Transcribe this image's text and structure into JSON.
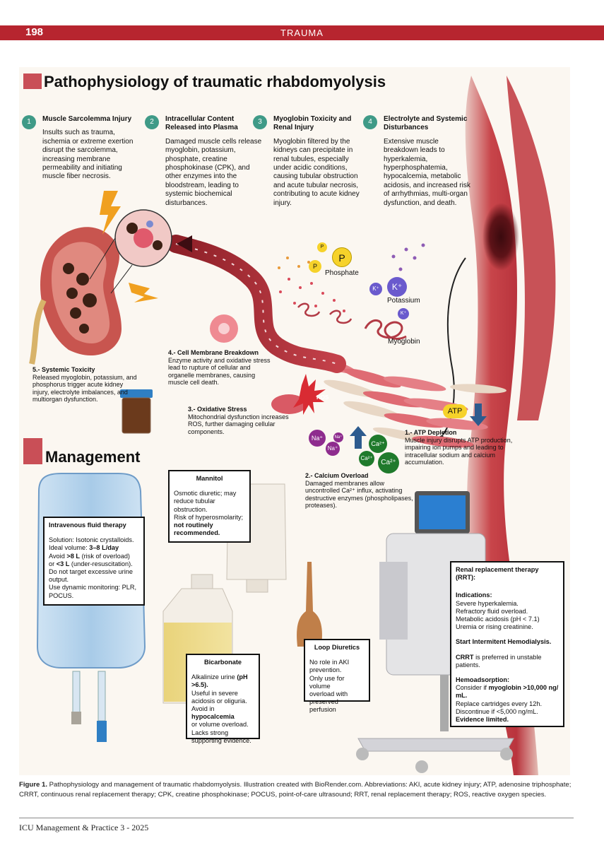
{
  "header": {
    "page_number": "198",
    "section": "TRAUMA"
  },
  "figure": {
    "title": "Pathophysiology of traumatic rhabdomyolysis",
    "management_title": "Management",
    "steps": [
      {
        "num": "1",
        "title": "Muscle Sarcolemma Injury",
        "body": "Insults such as trauma, ischemia or extreme exertion disrupt the sarcolemma, increasing membrane permeability and initiating muscle fiber necrosis."
      },
      {
        "num": "2",
        "title": "Intracellular Content Released into Plasma",
        "body": "Damaged muscle cells release myoglobin, potassium, phosphate, creatine phosphokinase (CPK), and other enzymes into the bloodstream, leading to systemic biochemical disturbances."
      },
      {
        "num": "3",
        "title": "Myoglobin Toxicity and Renal Injury",
        "body": "Myoglobin filtered by the kidneys can precipitate in renal tubules, especially under acidic conditions, causing tubular obstruction and acute tubular necrosis, contributing to acute kidney injury."
      },
      {
        "num": "4",
        "title": "Electrolyte and Systemic Disturbances",
        "body": "Extensive muscle breakdown leads to hyperkalemia, hyperphosphatemia, hypocalcemia, metabolic acidosis, and increased risk of arrhythmias, multi-organ dysfunction, and death."
      }
    ],
    "labels": {
      "phosphate": "Phosphate",
      "potassium": "Potassium",
      "myoglobin": "Myoglobin",
      "atp": "ATP",
      "ros": "ROS"
    },
    "mechanisms": {
      "atp": {
        "title": "1.- ATP Depletion",
        "body": "Muscle injury disrupts ATP production, impairing ion pumps and leading to intracellular sodium and calcium accumulation."
      },
      "calcium": {
        "title": "2.- Calcium Overload",
        "body": "Damaged membranes allow uncontrolled Ca²⁺ influx, activating destructive enzymes (phospholipases, proteases)."
      },
      "oxidative": {
        "title": "3.- Oxidative Stress",
        "body": "Mitochondrial dysfunction increases ROS, further damaging cellular components."
      },
      "membrane": {
        "title": "4.- Cell Membrane Breakdown",
        "body": "Enzyme activity and oxidative stress lead to rupture of cellular and organelle membranes, causing muscle cell death."
      },
      "systemic": {
        "title": "5.- Systemic Toxicity",
        "body": "Released myoglobin, potassium, and phosphorus trigger acute kidney injury, electrolyte imbalances, and multiorgan dysfunction."
      }
    },
    "ions": {
      "p": "P",
      "k": "K⁺",
      "na": "Na⁺",
      "ca": "Ca²⁺"
    },
    "management": {
      "iv": {
        "title": "Intravenous fluid therapy",
        "lines": [
          "Solution: Isotonic crystalloids.",
          "Ideal volume: 3–8 L/day",
          "Avoid >8 L (risk of overload)",
          "or <3 L (under-resuscitation).",
          "Do not target excessive urine",
          "output.",
          "Use dynamic monitoring: PLR,",
          "POCUS."
        ]
      },
      "mannitol": {
        "title": "Mannitol",
        "lines": [
          "Osmotic diuretic; may",
          "reduce tubular",
          "obstruction.",
          "Risk of hyperosmolarity;",
          "not routinely",
          "recommended."
        ]
      },
      "bicarbonate": {
        "title": "Bicarbonate",
        "lines": [
          "Alkalinize urine (pH",
          ">6.5).",
          "Useful in severe",
          "acidosis or oliguria.",
          "Avoid in hypocalcemia",
          "or volume overload.",
          "Lacks strong",
          "supporting evidence."
        ]
      },
      "loop": {
        "title": "Loop Diuretics",
        "lines": [
          "No role in AKI",
          "prevention.",
          "Only use for volume",
          "overload with",
          "preserved perfusion"
        ]
      },
      "rrt": {
        "title": "Renal replacement therapy (RRT):",
        "indications_title": "Indications:",
        "indications": [
          "Severe hyperkalemia.",
          "Refractory fluid overload.",
          "Metabolic acidosis (pH < 7.1)",
          "Uremia or rising creatinine."
        ],
        "start": "Start Intermitent Hemodialysis.",
        "crrt_a": "CRRT",
        "crrt_b": " is preferred in unstable",
        "crrt_c": "patients.",
        "hemo_title": "Hemoadsorption:",
        "hemo_a": "Consider if ",
        "hemo_b": "myoglobin >10,000 ng/",
        "hemo_c": "mL.",
        "hemo_lines": [
          "Replace cartridges every 12h.",
          "Discontinue if <5,000 ng/mL."
        ],
        "evidence": "Evidence limited."
      }
    }
  },
  "caption": {
    "label": "Figure 1.",
    "text": " Pathophysiology and management of traumatic rhabdomyolysis. Illustration created with BioRender.com. Abbreviations: AKI, acute kidney injury; ATP, adenosine triphosphate; CRRT, continuous renal replacement therapy; CPK, creatine phosphokinase; POCUS, point-of-care ultrasound; RRT, renal replacement therapy; ROS, reactive oxygen species."
  },
  "footer": {
    "journal": "ICU Management & Practice 3 - 2025"
  },
  "colors": {
    "brand_red": "#b7252f",
    "step_green": "#3f9a87",
    "panel_bg": "#fbf7f1",
    "heading_marker": "#c94f57"
  }
}
